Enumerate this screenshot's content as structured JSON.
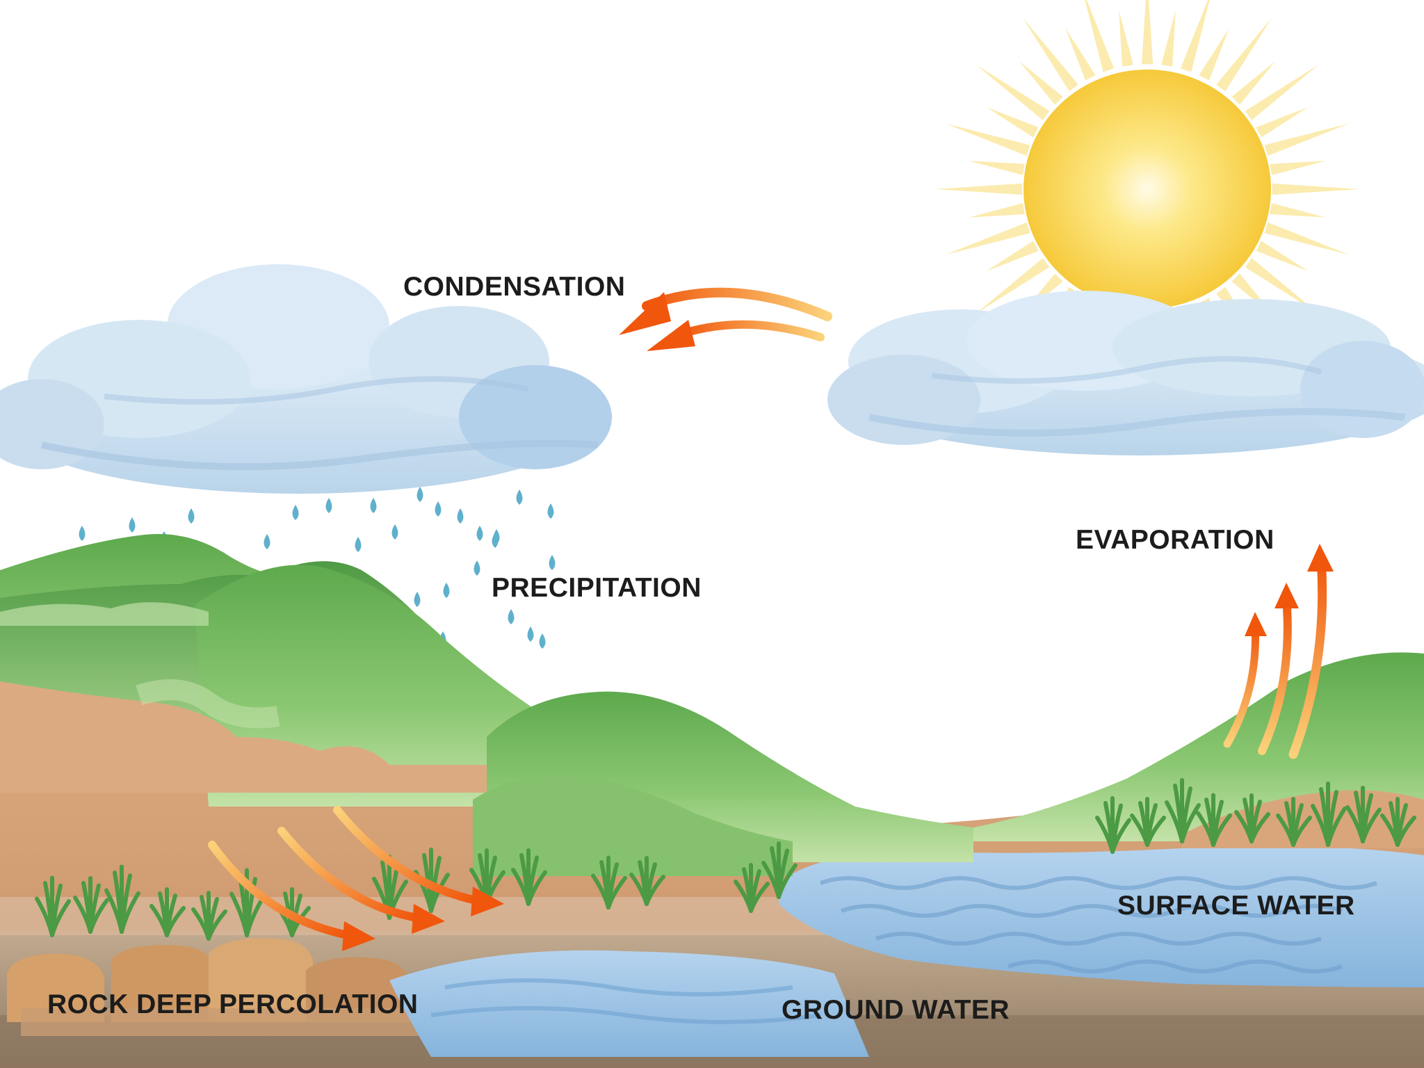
{
  "labels": {
    "condensation": "CONDENSATION",
    "precipitation": "PRECIPITATION",
    "evaporation": "EVAPORATION",
    "surface_water": "SURFACE WATER",
    "rock_deep_percolation": "ROCK DEEP PERCOLATION",
    "ground_water": "GROUND WATER"
  },
  "colors": {
    "sky": "#ffffff",
    "cloud": "#cfe3f1",
    "cloud_shadow": "#a9c9e4",
    "sun_core": "#f9d24a",
    "sun_glow": "#fff6c8",
    "sun_rays": "#fbe7a0",
    "hill_green": "#6db35a",
    "hill_light": "#b7dd9b",
    "soil": "#d9a57b",
    "soil_light": "#e6c3a2",
    "bedrock": "#9f8a72",
    "water": "#8fbbe0",
    "water_light": "#c4dcf1",
    "arrow": "#f26a10",
    "raindrop": "#5fb0cc",
    "text": "#1c1c1c"
  }
}
